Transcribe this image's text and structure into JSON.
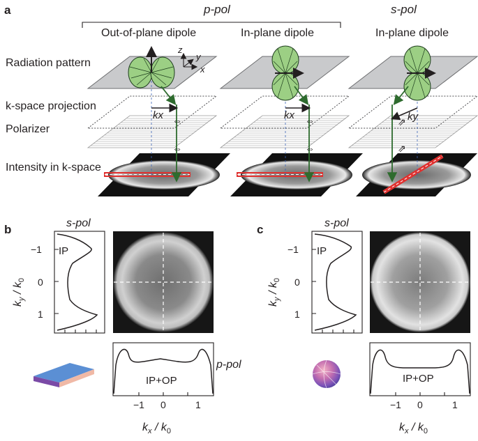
{
  "panel_a": {
    "label": "a",
    "ppol_header": "p-pol",
    "spol_header": "s-pol",
    "col_titles": [
      "Out-of-plane dipole",
      "In-plane dipole",
      "In-plane dipole"
    ],
    "row_labels": [
      "Radiation pattern",
      "k-space projection",
      "Polarizer",
      "Intensity in k-space"
    ],
    "axis_labels": {
      "z": "z",
      "y": "y",
      "x": "x"
    },
    "kx1": "kx",
    "kx2": "kx",
    "ky": "ky"
  },
  "panel_b": {
    "label": "b",
    "spol_title": "s-pol",
    "ppol_title": "p-pol",
    "ip_label": "IP",
    "ipop_label": "IP+OP",
    "ylabel_main": "k",
    "ylabel_sub": "y",
    "ylabel_div": " / k",
    "ylabel_zero": "0",
    "xlabel_main": "k",
    "xlabel_sub": "x",
    "xlabel_div": " / k",
    "xlabel_zero": "0",
    "yticks": [
      "−1",
      "0",
      "1"
    ],
    "xticks": [
      "−1",
      "0",
      "1"
    ]
  },
  "panel_c": {
    "label": "c",
    "spol_title": "s-pol",
    "ip_label": "IP",
    "ipop_label": "IP+OP",
    "ylabel_main": "k",
    "ylabel_sub": "y",
    "ylabel_div": " / k",
    "ylabel_zero": "0",
    "xlabel_main": "k",
    "xlabel_sub": "x",
    "xlabel_div": " / k",
    "xlabel_zero": "0",
    "yticks": [
      "−1",
      "0",
      "1"
    ],
    "xticks": [
      "−1",
      "0",
      "1"
    ]
  },
  "colors": {
    "lobe_green": "#9ccf84",
    "arrow_green": "#2e6b2e",
    "light_green": "#8ed08a",
    "red_line": "#e0312f",
    "slab_top": "#5b8fd4",
    "slab_side": "#7a4aa6",
    "slab_edge": "#f0b9a6"
  }
}
